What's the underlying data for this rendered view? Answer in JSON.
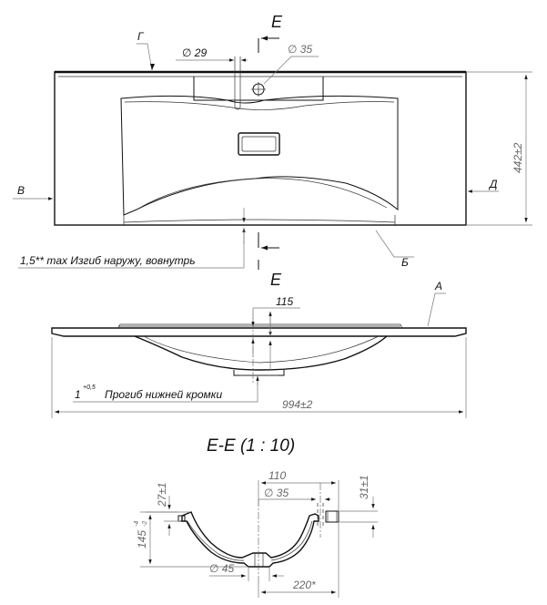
{
  "top_view": {
    "section_mark": "E",
    "dia_29": "∅ 29",
    "dia_35": "∅ 35",
    "label_g": "Г",
    "label_v": "В",
    "label_d": "Д",
    "label_b": "Б",
    "height_dim": "442±2",
    "bend_note": "1,5** max Изгиб наружу, вовнутрь"
  },
  "front_view": {
    "section_mark": "E",
    "dim_115": "115",
    "label_a": "A",
    "bottom_note_main": "1",
    "bottom_note_sup": "+0,5",
    "bottom_note_text": "Прогиб нижней кромки",
    "width_dim": "994±2"
  },
  "section_view": {
    "title": "E-E (1 : 10)",
    "dim_110": "110",
    "dia_35": "∅ 35",
    "dim_31": "31±1",
    "dim_27": "27±1",
    "dim_145_main": "145",
    "dim_145_tol": "-4",
    "dim_145_tol2": "-2",
    "dia_45": "∅ 45",
    "dim_220": "220*"
  }
}
